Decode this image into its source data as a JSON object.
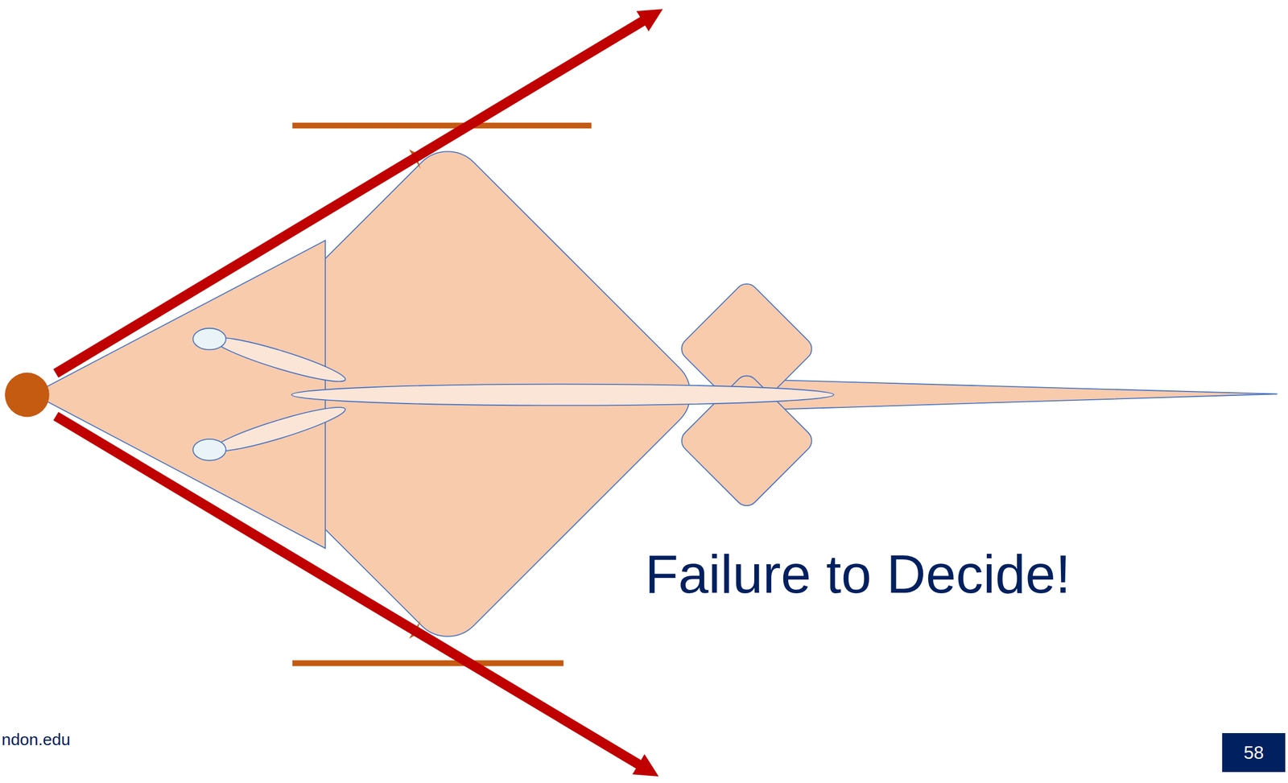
{
  "diagram": {
    "nodes": [
      {
        "text": [
          "58"
        ]
      }
    ],
    "labels": [
      "Failure to Decide!",
      "ndon.edu"
    ]
  }
}
